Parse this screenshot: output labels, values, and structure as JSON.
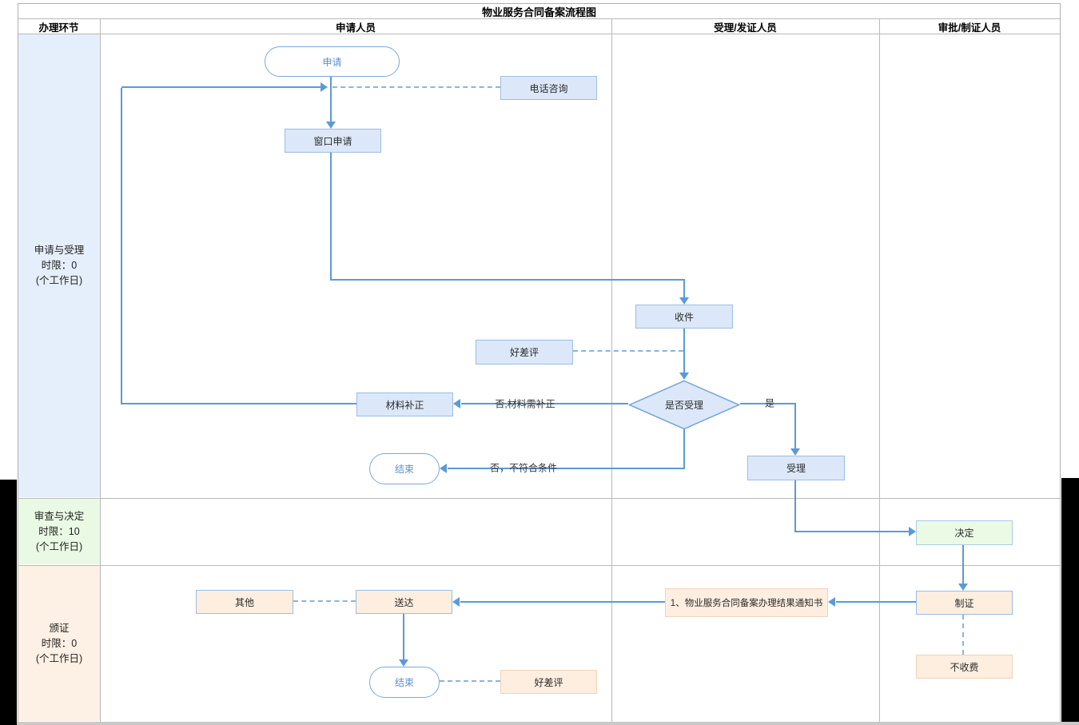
{
  "title": "物业服务合同备案流程图",
  "header": {
    "columns": [
      "办理环节",
      "申请人员",
      "受理/发证人员",
      "审批/制证人员"
    ]
  },
  "rows": [
    {
      "lines": [
        "申请与受理",
        "时限：0",
        "(个工作日)"
      ]
    },
    {
      "lines": [
        "审查与决定",
        "时限：10",
        "(个工作日)"
      ]
    },
    {
      "lines": [
        "颁证",
        "时限：0",
        "(个工作日)"
      ]
    }
  ],
  "nodes": {
    "start": "申请",
    "phone_consult": "电话咨询",
    "window_apply": "窗口申请",
    "receive": "收件",
    "review_upper": "好差评",
    "accept_decision": "是否受理",
    "material_correction": "材料补正",
    "end_upper": "结束",
    "accept": "受理",
    "decide": "决定",
    "make_cert": "制证",
    "no_fee": "不收费",
    "result_notice": "1、物业服务合同备案办理结果通知书",
    "deliver": "送达",
    "other": "其他",
    "end_lower": "结束",
    "review_lower": "好差评"
  },
  "edge_labels": {
    "no_need_correction": "否,材料需补正",
    "yes": "是",
    "no_not_qualified": "否，不符合条件"
  },
  "colors": {
    "connector_blue": "#5b9bd5",
    "dashed_blue": "#8ab4e2",
    "box_blue_fill": "#dce8f9",
    "box_blue_border": "#9bbde4",
    "green_fill": "#eafae5",
    "peach_fill": "#fdeee0",
    "peach_border": "#f0d3b8",
    "pill_border": "#7ea6e0",
    "row1_fill": "#e5eefb",
    "row2_fill": "#e9f9e4",
    "row3_fill": "#fdf0e4",
    "grid_gray": "#b9b9b9"
  }
}
